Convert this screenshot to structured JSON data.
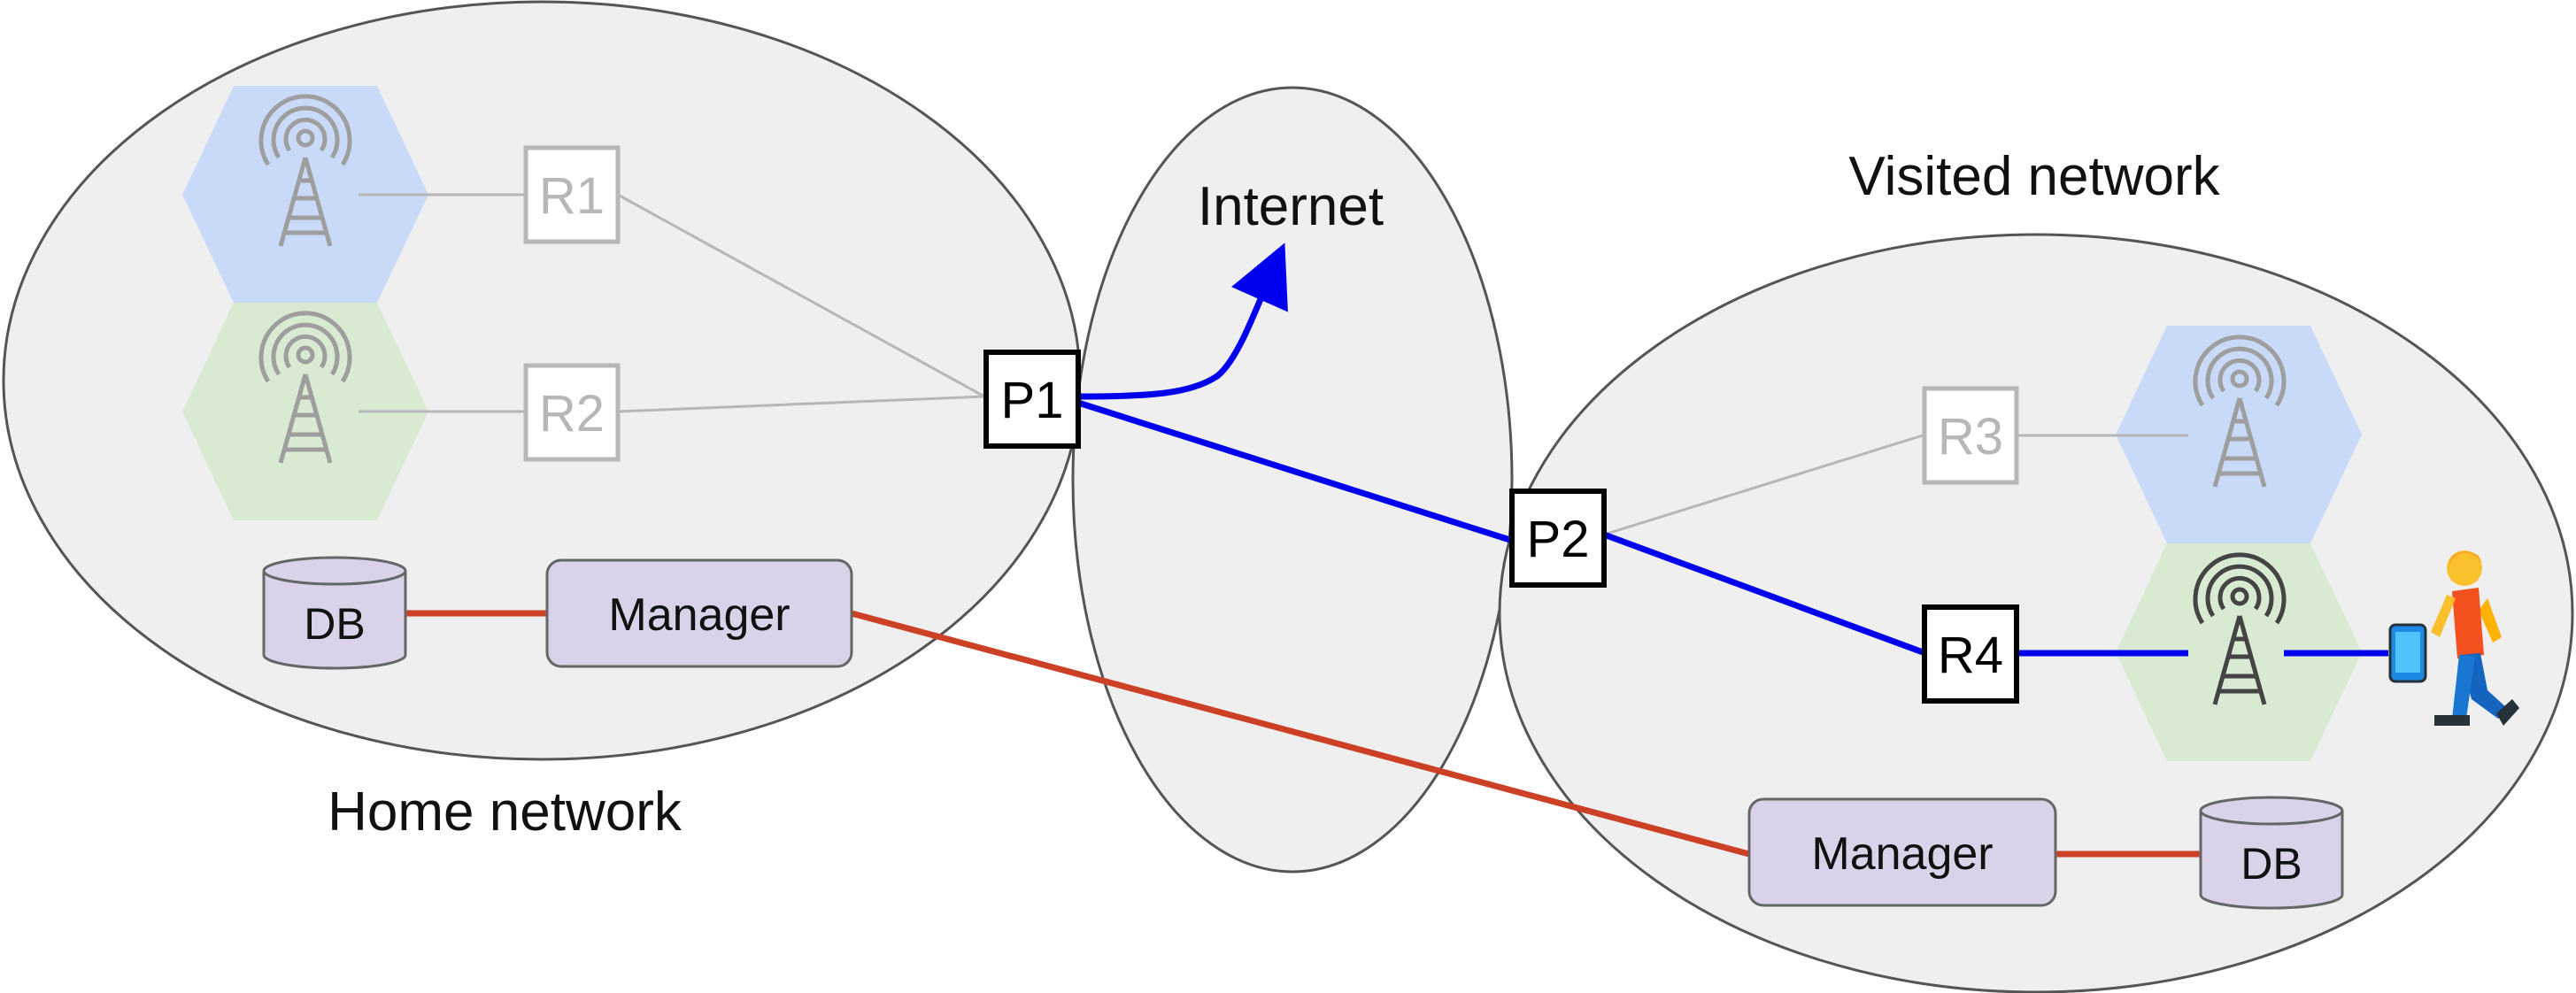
{
  "labels": {
    "home_network": "Home network",
    "internet": "Internet",
    "visited_network": "Visited network"
  },
  "nodes": {
    "r1": "R1",
    "r2": "R2",
    "r3": "R3",
    "r4": "R4",
    "p1": "P1",
    "p2": "P2"
  },
  "home": {
    "db": "DB",
    "manager": "Manager"
  },
  "visited": {
    "db": "DB",
    "manager": "Manager"
  },
  "colors": {
    "cloud_fill": "#efefef",
    "cloud_stroke": "#555555",
    "cell_blue": "#c9daf8",
    "cell_green": "#d9ead3",
    "box_purple": "#d9d2e9",
    "path_blue": "#0000ee",
    "mgmt_red": "#cc4125",
    "faded_gray": "#b7b7b7"
  },
  "icons": {
    "tower": "cell-tower-icon",
    "phone": "mobile-phone-icon",
    "person": "walking-person-icon"
  }
}
